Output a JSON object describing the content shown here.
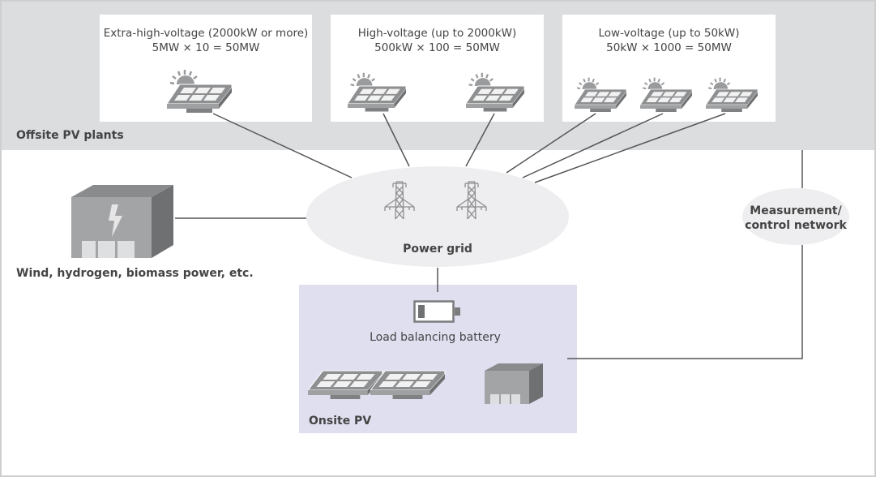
{
  "diagram": {
    "offsite_section": {
      "label": "Offsite PV plants",
      "plants": [
        {
          "title": "Extra-high-voltage (2000kW or more)",
          "formula": "5MW × 10 = 50MW",
          "panel_count": 1
        },
        {
          "title": "High-voltage (up to 2000kW)",
          "formula": "500kW × 100 = 50MW",
          "panel_count": 2
        },
        {
          "title": "Low-voltage (up to 50kW)",
          "formula": "50kW × 1000 = 50MW",
          "panel_count": 3
        }
      ]
    },
    "other_power": {
      "label": "Wind, hydrogen, biomass power, etc.",
      "icon": "power-plant-icon"
    },
    "power_grid": {
      "label": "Power grid",
      "icon": "transmission-tower-icon"
    },
    "network": {
      "line1": "Measurement/",
      "line2": "control network"
    },
    "onsite_section": {
      "label": "Onsite PV",
      "battery_label": "Load balancing battery",
      "icons": [
        "battery-icon",
        "solar-panel-icon",
        "building-icon"
      ]
    },
    "colors": {
      "offsite_band": "#dcdddf",
      "onsite_box": "#e0dff0",
      "ellipse": "#eeeef0",
      "icon_gray": "#8e8f91",
      "line": "#555555"
    }
  }
}
